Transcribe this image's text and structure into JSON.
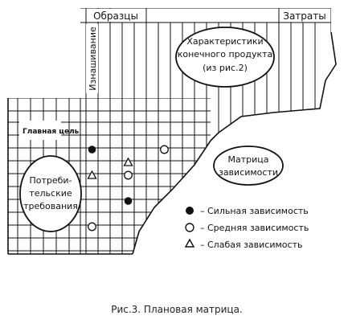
{
  "labels": {
    "samples": "Образцы",
    "costs": "Затраты",
    "wear": "Изнашивание",
    "main_goal": "Главная цель",
    "product_characteristics": [
      "Характеристики",
      "конечного продукта",
      "(из рис.2)"
    ],
    "consumer_requirements": [
      "Потреби-",
      "тельские",
      "требования"
    ],
    "dependency_matrix": [
      "Матрица",
      "зависимости"
    ]
  },
  "legend": [
    {
      "symbol": "filled-circle",
      "text": "– Сильная зависимость"
    },
    {
      "symbol": "open-circle",
      "text": "– Средняя зависимость"
    },
    {
      "symbol": "triangle",
      "text": "– Слабая зависимость"
    }
  ],
  "matrix_marks": [
    {
      "symbol": "filled-circle",
      "col": 0,
      "row": 1
    },
    {
      "symbol": "open-circle",
      "col": 6,
      "row": 1
    },
    {
      "symbol": "triangle",
      "col": 3,
      "row": 2
    },
    {
      "symbol": "triangle",
      "col": 0,
      "row": 3
    },
    {
      "symbol": "open-circle",
      "col": 3,
      "row": 3
    },
    {
      "symbol": "filled-circle",
      "col": 3,
      "row": 5
    },
    {
      "symbol": "open-circle",
      "col": 0,
      "row": 7
    }
  ],
  "caption": "Рис.3. Плановая матрица."
}
